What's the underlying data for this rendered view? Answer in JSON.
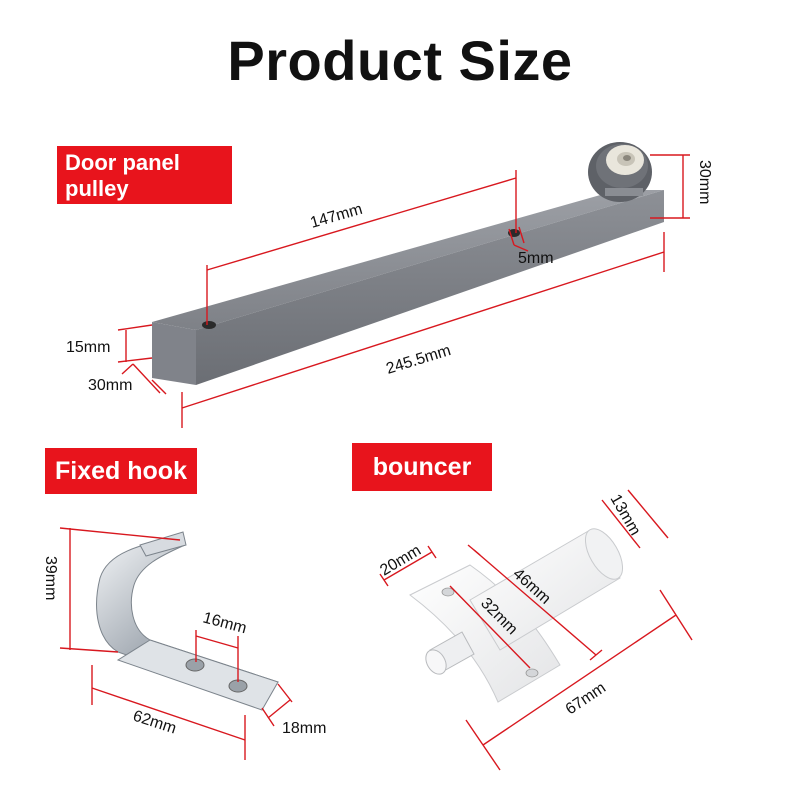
{
  "title": "Product Size",
  "door_panel_pulley": {
    "label_line1": "Door panel",
    "label_line2": "pulley",
    "dims": {
      "hole_spacing": "147mm",
      "hole_size": "5mm",
      "wheel_height": "30mm",
      "thickness": "15mm",
      "width": "30mm",
      "length": "245.5mm"
    }
  },
  "fixed_hook": {
    "label": "Fixed hook",
    "dims": {
      "height": "39mm",
      "hole_spacing": "16mm",
      "length": "62mm",
      "width": "18mm"
    }
  },
  "bouncer": {
    "label": "bouncer",
    "dims": {
      "base_width": "20mm",
      "body_width": "13mm",
      "body_length": "46mm",
      "hole_spacing": "32mm",
      "total_length": "67mm"
    }
  },
  "colors": {
    "accent_red": "#e8141c",
    "dimension_line": "#d8181f",
    "pulley_body": "#7a7d83"
  }
}
